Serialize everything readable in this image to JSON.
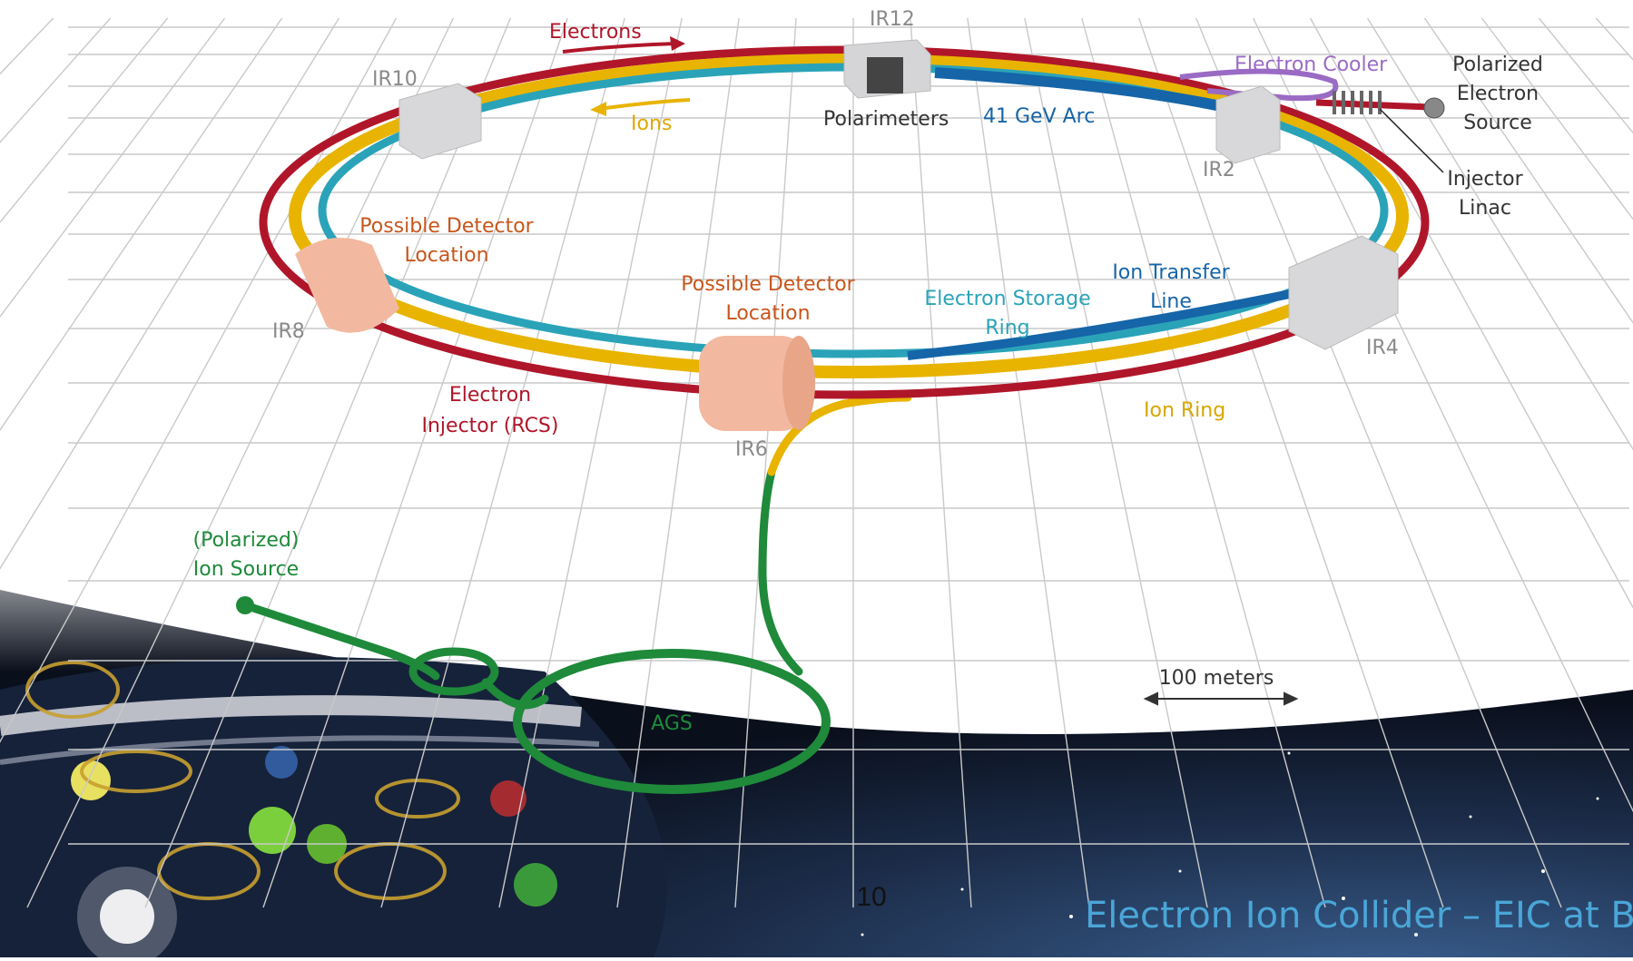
{
  "colors": {
    "electron": "#b0162a",
    "ion": "#e8b400",
    "storage": "#2aa3b8",
    "arc": "#1565a8",
    "green": "#1e8a3a",
    "cooler": "#9a6bc4",
    "gray": "#8a8a8a",
    "orange": "#c8561c",
    "blue_text": "#1565a8",
    "teal_text": "#2aa3b8"
  },
  "labels": {
    "electrons": "Electrons",
    "ions": "Ions",
    "ir12": "IR12",
    "ir10": "IR10",
    "ir8": "IR8",
    "ir6": "IR6",
    "ir4": "IR4",
    "ir2": "IR2",
    "polarimeters": "Polarimeters",
    "arc": "41 GeV Arc",
    "electron_cooler": "Electron Cooler",
    "pol_source_1": "Polarized",
    "pol_source_2": "Electron",
    "pol_source_3": "Source",
    "injector_1": "Injector",
    "injector_2": "Linac",
    "det1_1": "Possible Detector",
    "det1_2": "Location",
    "det2_1": "Possible Detector",
    "det2_2": "Location",
    "storage_1": "Electron Storage",
    "storage_2": "Ring",
    "transfer_1": "Ion Transfer",
    "transfer_2": "Line",
    "ion_ring": "Ion Ring",
    "rcs_1": "Electron",
    "rcs_2": "Injector (RCS)",
    "ion_source_1": "(Polarized)",
    "ion_source_2": "Ion Source",
    "ags": "AGS",
    "scale": "100 meters"
  },
  "footer": {
    "page_number": "10",
    "title": "Electron Ion Collider – EIC at BN"
  }
}
